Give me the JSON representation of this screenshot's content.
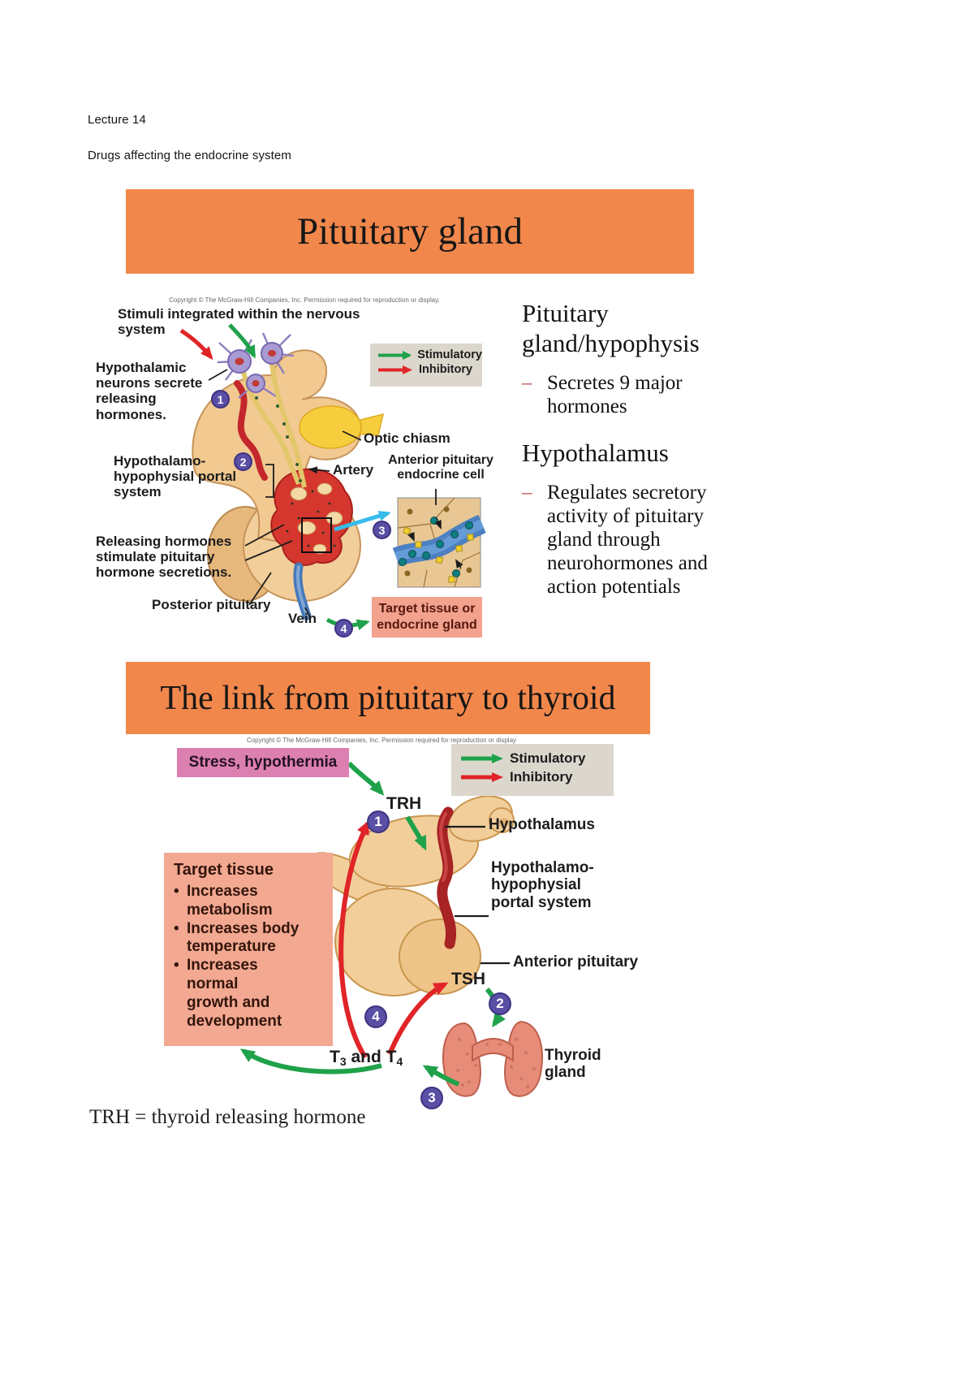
{
  "header": {
    "line1": "Lecture 14",
    "line2": "Drugs affecting the endocrine system"
  },
  "chars": {
    "bullet": "•",
    "dash": "–"
  },
  "colors": {
    "banner_bg": "#F2874B",
    "stress_box_bg": "#DC7FB1",
    "target_box_bg": "#F2A891",
    "target_label_box_bg": "#F2A28D",
    "legend_bg": "#DCD7CD",
    "stimulatory_green": "#1FA24A",
    "inhibitory_red": "#E02428",
    "step_circle_purple": "#5A4FA5",
    "gland_tan": "#F2CE9A",
    "vessel_red": "#B22222",
    "vein_blue": "#4679B9",
    "thyroid_pink": "#E78C79",
    "neuron_purple": "#A89BD4",
    "optic_chiasm_yellow": "#F6CE3D"
  },
  "slide1": {
    "banner": "Pituitary gland",
    "copyright": "Copyright © The McGraw-Hill Companies, Inc. Permission required for reproduction or display.",
    "legend": {
      "stimulatory": "Stimulatory",
      "inhibitory": "Inhibitory"
    },
    "labels": {
      "stimuli": "Stimuli integrated within the nervous system",
      "hypothalamic": "Hypothalamic neurons secrete releasing hormones.",
      "portal": "Hypothalamo-hypophysial portal system",
      "optic": "Optic chiasm",
      "artery": "Artery",
      "endocrine_cell": "Anterior pituitary endocrine cell",
      "releasing": "Releasing hormones stimulate pituitary hormone secretions.",
      "posterior": "Posterior pituitary",
      "vein": "Vein",
      "target_box_line1": "Target tissue or",
      "target_box_line2": "endocrine gland"
    },
    "steps": [
      "1",
      "2",
      "3",
      "4"
    ],
    "sidebar": {
      "heading1": "Pituitary gland/hypophysis",
      "bullet1": "Secretes 9 major hormones",
      "heading2": "Hypothalamus",
      "bullet2": "Regulates secretory activity of pituitary gland through neurohormones and action potentials"
    }
  },
  "slide2": {
    "banner": "The link from pituitary to thyroid",
    "copyright": "Copyright © The McGraw-Hill Companies, Inc. Permission required for reproduction or display",
    "legend": {
      "stimulatory": "Stimulatory",
      "inhibitory": "Inhibitory"
    },
    "stress_box": "Stress, hypothermia",
    "labels": {
      "trh": "TRH",
      "hypothalamus": "Hypothalamus",
      "portal": "Hypothalamo-hypophysial portal system",
      "anterior": "Anterior pituitary",
      "tsh": "TSH",
      "thyroid": "Thyroid gland"
    },
    "t3t4": {
      "t1": "T",
      "s1": "3",
      "mid": " and ",
      "t2": "T",
      "s2": "4"
    },
    "target_box": {
      "title": "Target tissue",
      "bullets": [
        [
          "Increases",
          "metabolism"
        ],
        [
          "Increases body",
          "temperature"
        ],
        [
          "Increases",
          "normal",
          "growth and",
          "development"
        ]
      ]
    },
    "steps": [
      "1",
      "2",
      "3",
      "4"
    ],
    "footnote": "TRH = thyroid releasing hormone"
  }
}
